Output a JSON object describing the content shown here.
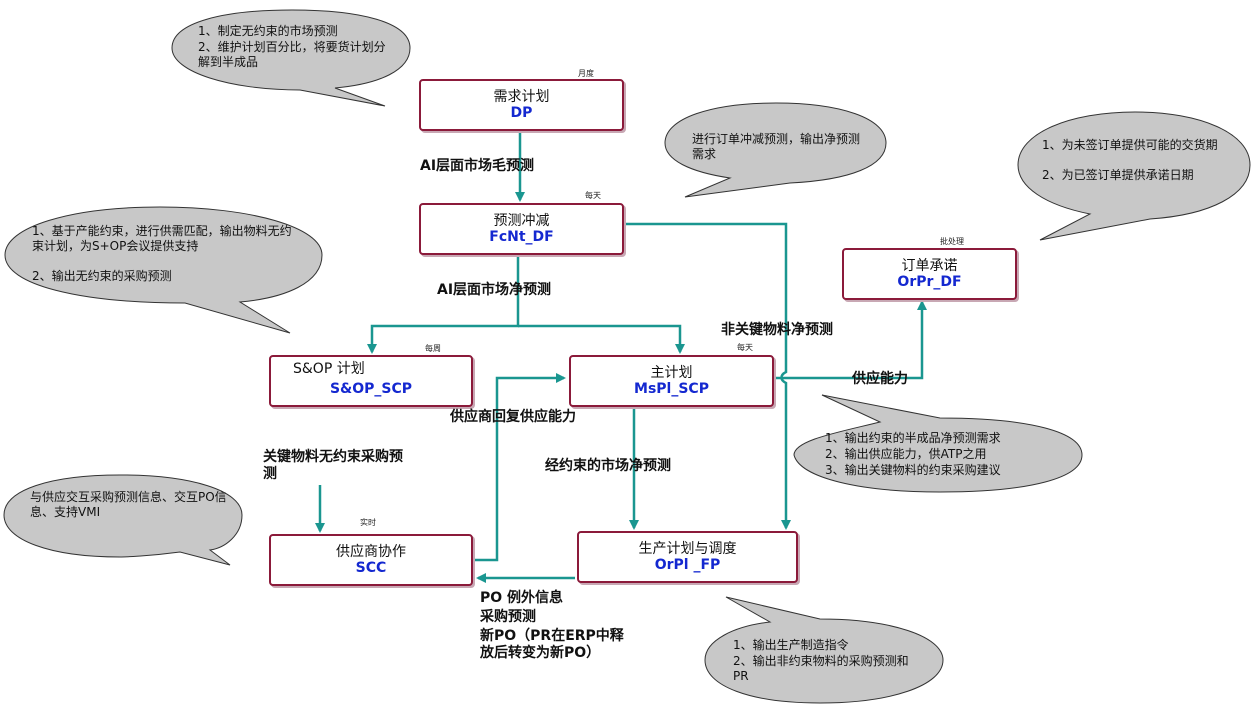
{
  "boxes": {
    "dp": {
      "title": "需求计划",
      "code": "DP",
      "freq": "月度"
    },
    "fcnt": {
      "title": "预测冲减",
      "code": "FcNt_DF",
      "freq": "每天"
    },
    "sop": {
      "title": "S&OP 计划",
      "code": "S&OP_SCP",
      "freq": "每周"
    },
    "mspl": {
      "title": "主计划",
      "code": "MsPl_SCP",
      "freq": "每天"
    },
    "scc": {
      "title": "供应商协作",
      "code": "SCC",
      "freq": "实时"
    },
    "orpl": {
      "title": "生产计划与调度",
      "code": "OrPl _FP",
      "freq": ""
    },
    "orpr": {
      "title": "订单承诺",
      "code": "OrPr_DF",
      "freq": "批处理"
    }
  },
  "labels": {
    "ai_gross": "AI层面市场毛预测",
    "ai_net": "AI层面市场净预测",
    "non_key": "非关键物料净预测",
    "supply_cap": "供应能力",
    "supplier_reply": "供应商回复供应能力",
    "key_uncon": "关键物料无约束采购预测",
    "con_net": "经约束的市场净预测",
    "po_info": [
      "PO 例外信息",
      "采购预测",
      "新PO（PR在ERP中释放后转变为新PO）"
    ]
  },
  "bubbles": {
    "dp": [
      "1、制定无约束的市场预测",
      "2、维护计划百分比，将要货计划分解到半成品"
    ],
    "fcnt": [
      "进行订单冲减预测，输出净预测需求"
    ],
    "orpr": [
      "1、为未签订单提供可能的交货期",
      "2、为已签订单提供承诺日期"
    ],
    "sop": [
      "1、基于产能约束，进行供需匹配，输出物料无约束计划，为S+OP会议提供支持",
      "2、输出无约束的采购预测"
    ],
    "mspl": [
      "1、输出约束的半成品净预测需求",
      "2、输出供应能力，供ATP之用",
      "3、输出关键物料的约束采购建议"
    ],
    "scc": [
      "与供应交互采购预测信息、交互PO信息、支持VMI"
    ],
    "orpl": [
      "1、输出生产制造指令",
      "2、输出非约束物料的采购预测和PR"
    ]
  },
  "colors": {
    "arrow": "#1a9690",
    "box_border": "#8b1a3a",
    "code_text": "#1428d0",
    "bubble_fill": "#c8c8c8"
  }
}
